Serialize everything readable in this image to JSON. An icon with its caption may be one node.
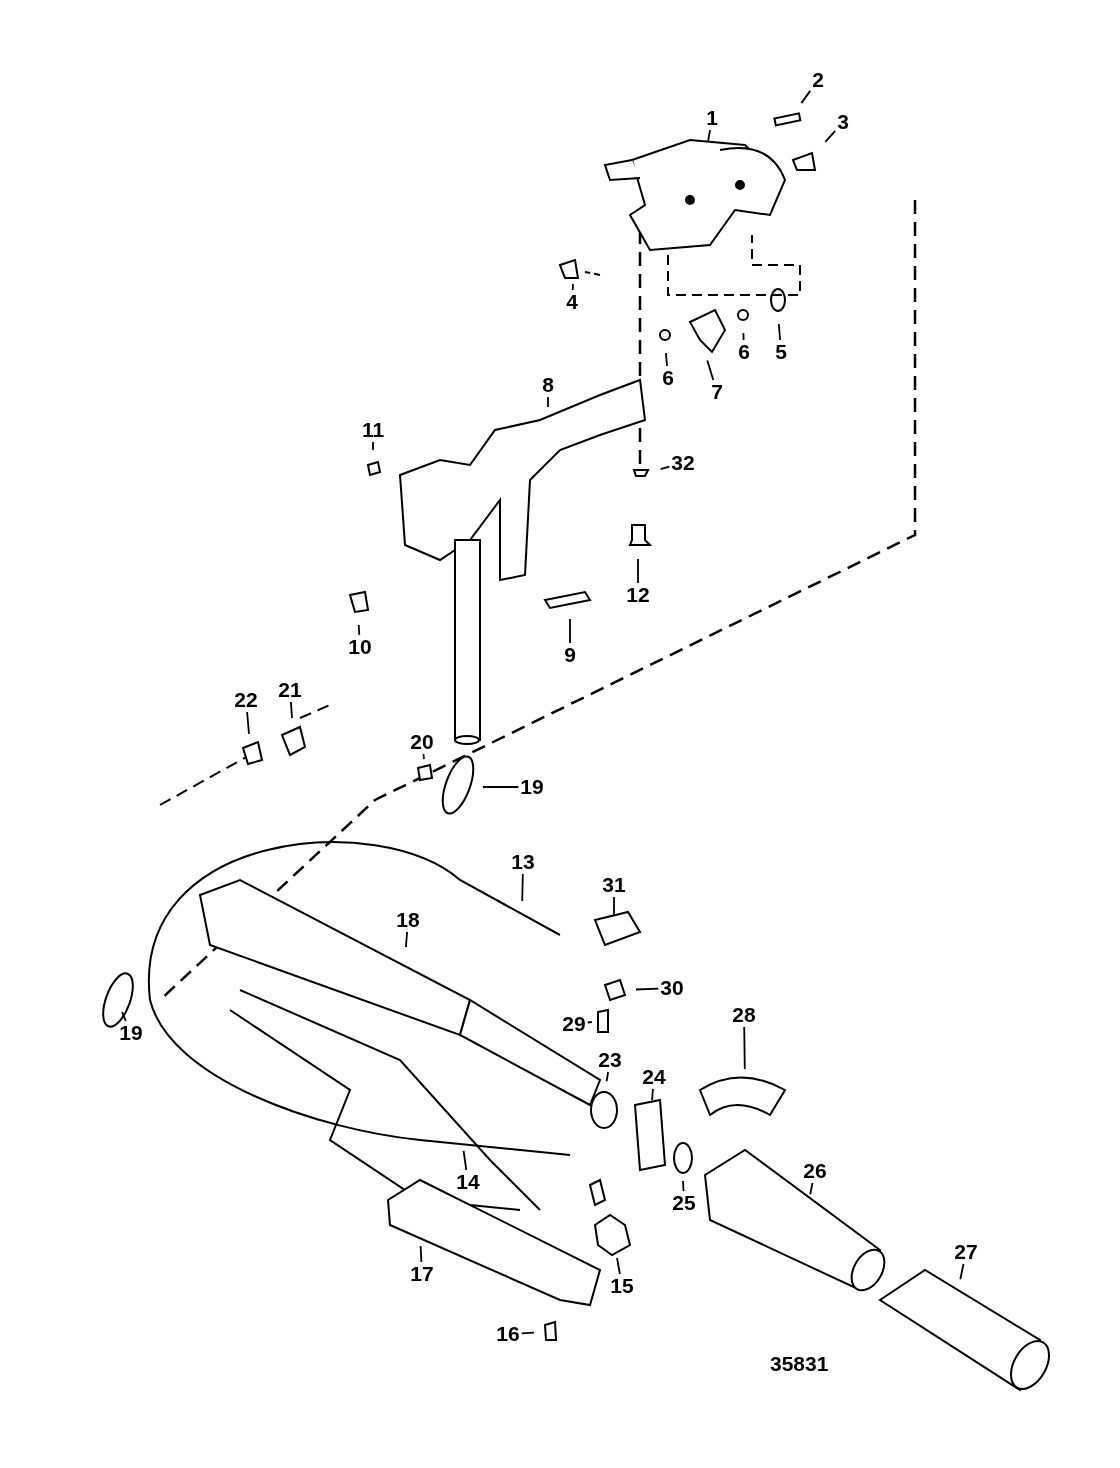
{
  "diagram": {
    "nodes": [
      {
        "text": [
          "2"
        ]
      },
      {
        "text": [
          "3"
        ]
      },
      {
        "text": [
          "1"
        ]
      },
      {
        "text": [
          "4"
        ]
      },
      {
        "text": [
          "6"
        ]
      },
      {
        "text": [
          "5"
        ]
      },
      {
        "text": [
          "6"
        ]
      },
      {
        "text": [
          "7"
        ]
      },
      {
        "text": [
          "8"
        ]
      },
      {
        "text": [
          "11"
        ]
      },
      {
        "text": [
          "32"
        ]
      },
      {
        "text": [
          "12"
        ]
      },
      {
        "text": [
          "10"
        ]
      },
      {
        "text": [
          "9"
        ]
      },
      {
        "text": [
          "21"
        ]
      },
      {
        "text": [
          "22"
        ]
      },
      {
        "text": [
          "20"
        ]
      },
      {
        "text": [
          "19"
        ]
      },
      {
        "text": [
          "13"
        ]
      },
      {
        "text": [
          "31"
        ]
      },
      {
        "text": [
          "18"
        ]
      },
      {
        "text": [
          "30"
        ]
      },
      {
        "text": [
          "29"
        ]
      },
      {
        "text": [
          "19"
        ]
      },
      {
        "text": [
          "23"
        ]
      },
      {
        "text": [
          "28"
        ]
      },
      {
        "text": [
          "24"
        ]
      },
      {
        "text": [
          "14"
        ]
      },
      {
        "text": [
          "26"
        ]
      },
      {
        "text": [
          "25"
        ]
      },
      {
        "text": [
          "15"
        ]
      },
      {
        "text": [
          "27"
        ]
      },
      {
        "text": [
          "17"
        ]
      },
      {
        "text": [
          "16"
        ]
      }
    ],
    "edges": [
      {
        "from": 0,
        "to": null,
        "arrow": "none"
      },
      {
        "from": 1,
        "to": null,
        "arrow": "none"
      },
      {
        "from": 2,
        "to": null,
        "arrow": "none"
      },
      {
        "from": 3,
        "to": null,
        "arrow": "none"
      },
      {
        "from": 4,
        "to": null,
        "arrow": "none"
      },
      {
        "from": 5,
        "to": null,
        "arrow": "none"
      },
      {
        "from": 6,
        "to": null,
        "arrow": "none"
      },
      {
        "from": 7,
        "to": null,
        "arrow": "none"
      },
      {
        "from": 8,
        "to": null,
        "arrow": "none"
      },
      {
        "from": 9,
        "to": null,
        "arrow": "none"
      },
      {
        "from": 10,
        "to": null,
        "arrow": "none"
      },
      {
        "from": 11,
        "to": null,
        "arrow": "none"
      },
      {
        "from": 12,
        "to": null,
        "arrow": "none"
      },
      {
        "from": 13,
        "to": null,
        "arrow": "none"
      },
      {
        "from": 14,
        "to": null,
        "arrow": "none"
      },
      {
        "from": 15,
        "to": null,
        "arrow": "none"
      },
      {
        "from": 16,
        "to": null,
        "arrow": "none"
      },
      {
        "from": 17,
        "to": null,
        "arrow": "none"
      },
      {
        "from": 18,
        "to": null,
        "arrow": "none"
      },
      {
        "from": 19,
        "to": null,
        "arrow": "none"
      },
      {
        "from": 20,
        "to": null,
        "arrow": "none"
      },
      {
        "from": 21,
        "to": null,
        "arrow": "none"
      },
      {
        "from": 22,
        "to": null,
        "arrow": "none"
      },
      {
        "from": 23,
        "to": null,
        "arrow": "none"
      },
      {
        "from": 24,
        "to": null,
        "arrow": "none"
      },
      {
        "from": 25,
        "to": null,
        "arrow": "none"
      },
      {
        "from": 26,
        "to": null,
        "arrow": "none"
      },
      {
        "from": 27,
        "to": null,
        "arrow": "none"
      },
      {
        "from": 28,
        "to": null,
        "arrow": "none"
      },
      {
        "from": 29,
        "to": null,
        "arrow": "none"
      },
      {
        "from": 30,
        "to": null,
        "arrow": "none"
      },
      {
        "from": 31,
        "to": null,
        "arrow": "none"
      },
      {
        "from": 32,
        "to": null,
        "arrow": "none"
      },
      {
        "from": 33,
        "to": null,
        "arrow": "none"
      }
    ],
    "labels": [
      "35831"
    ]
  }
}
